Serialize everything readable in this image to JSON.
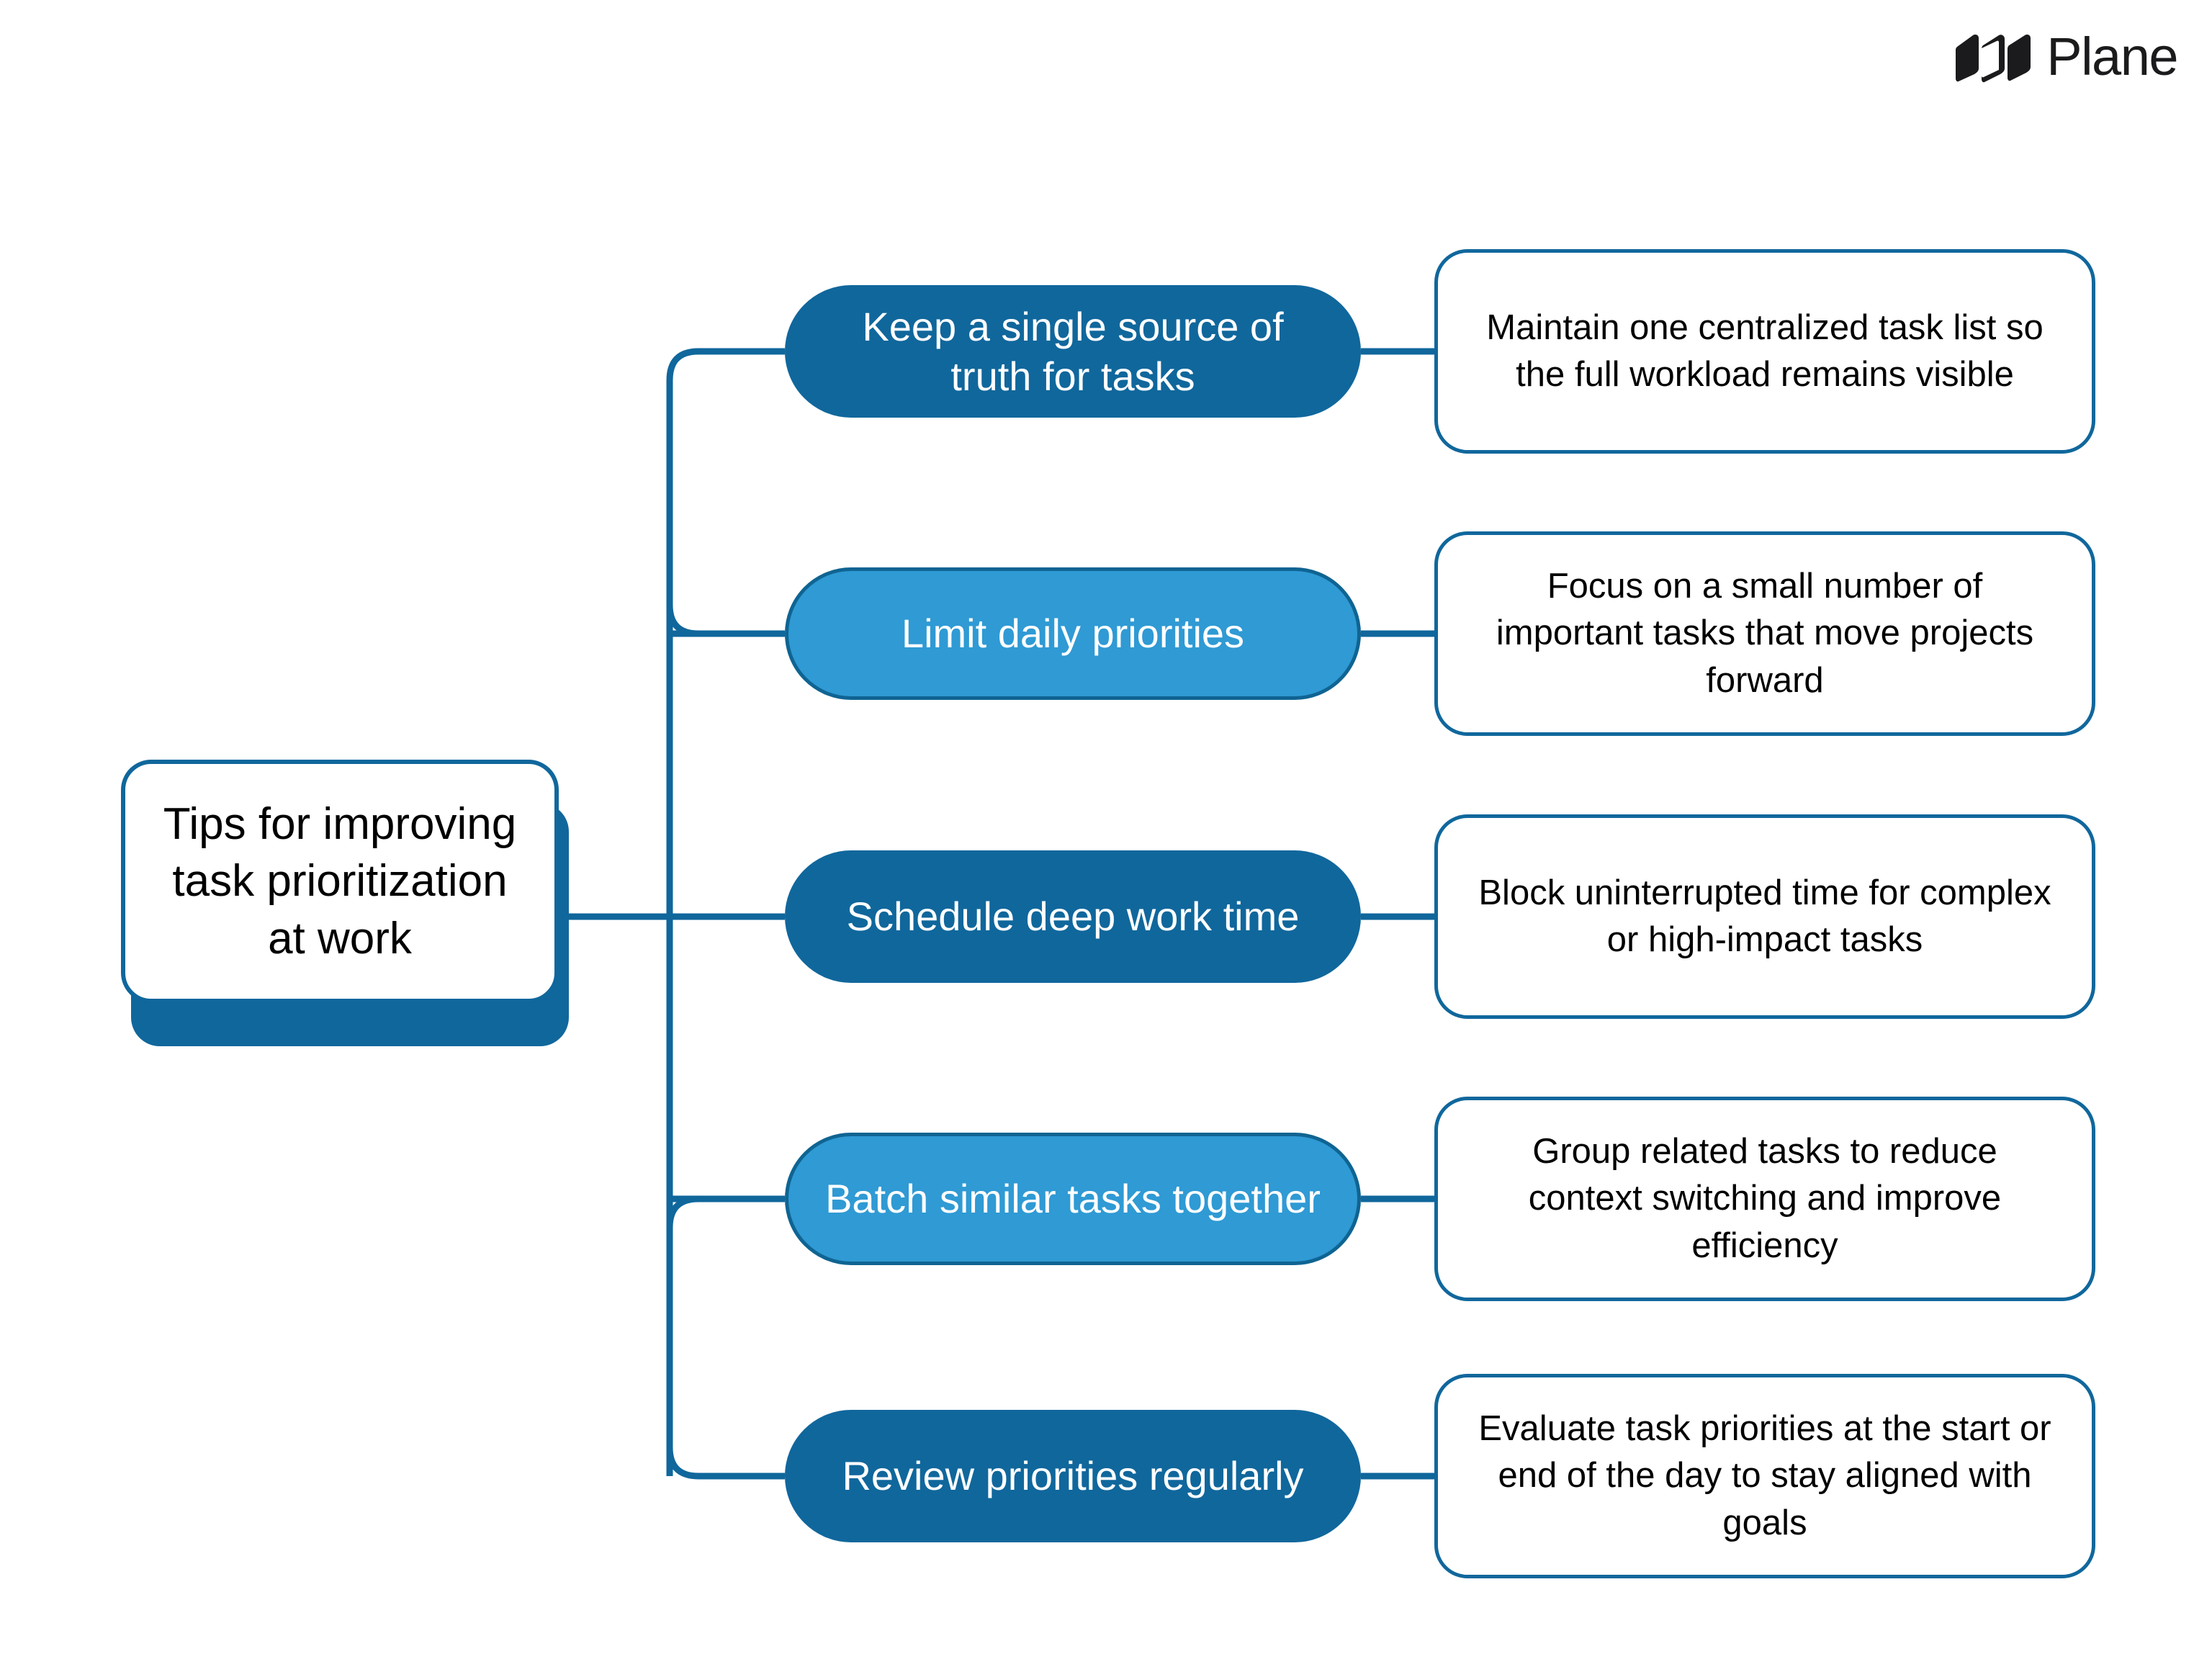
{
  "brand": {
    "name": "Plane",
    "logo_icon": "plane-logo-icon",
    "color": "#1b1b1d"
  },
  "theme": {
    "accent_dark": "#10679c",
    "accent_light": "#2f9ad4",
    "text_on_accent": "#ffffff",
    "background": "#ffffff",
    "body_text": "#000000"
  },
  "diagram": {
    "type": "mind-map",
    "root": {
      "label": "Tips for improving task prioritization at work"
    },
    "branches": [
      {
        "label": "Keep a single source of truth for tasks",
        "style": "dark",
        "description": "Maintain one centralized task list so the full workload remains visible"
      },
      {
        "label": "Limit daily priorities",
        "style": "light",
        "description": "Focus on a small number of important tasks that move projects forward"
      },
      {
        "label": "Schedule deep work time",
        "style": "dark",
        "description": "Block uninterrupted time for complex or high-impact tasks"
      },
      {
        "label": "Batch similar tasks together",
        "style": "light",
        "description": "Group related tasks to reduce context switching and improve efficiency"
      },
      {
        "label": "Review priorities regularly",
        "style": "dark",
        "description": "Evaluate task priorities at the start or end of the day to stay aligned with goals"
      }
    ]
  }
}
